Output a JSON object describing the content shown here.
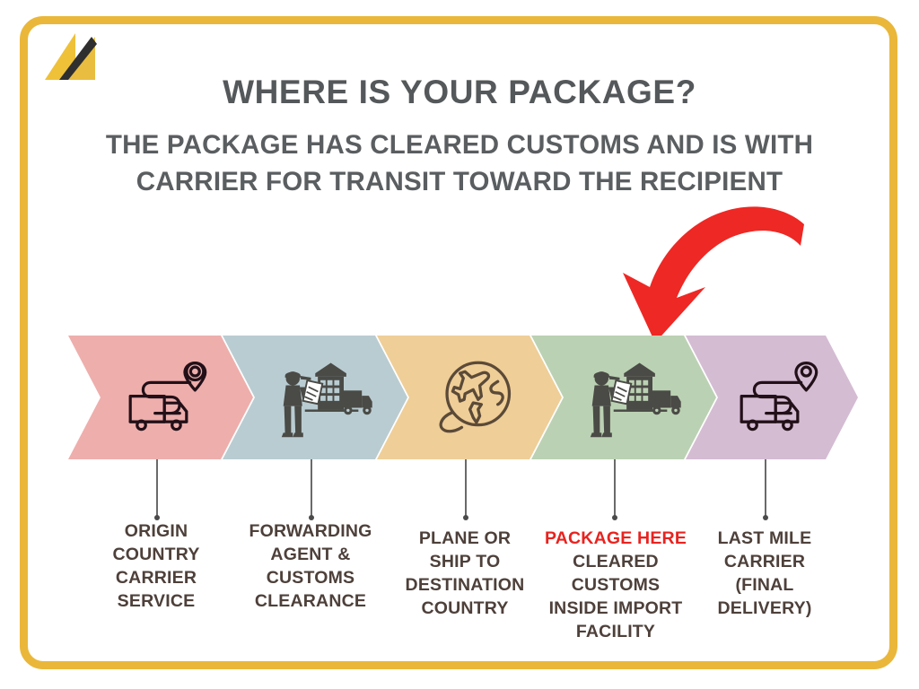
{
  "brand": {
    "logo_icon": "double-triangle-logo",
    "logo_color_primary": "#efc139",
    "logo_color_secondary": "#2f2f2f",
    "frame_color": "#eab73a"
  },
  "header": {
    "title": "WHERE IS YOUR PACKAGE?",
    "subtitle_line1": "THE PACKAGE HAS CLEARED CUSTOMS AND IS WITH",
    "subtitle_line2": "CARRIER FOR TRANSIT TOWARD THE RECIPIENT",
    "title_color": "#55585a"
  },
  "annotation": {
    "arrow_icon": "curved-down-left-arrow",
    "arrow_color": "#ee2824",
    "points_to_step": 4
  },
  "process": {
    "highlight_text": "PACKAGE HERE",
    "highlight_color": "#e8231f",
    "label_color": "#4e403a",
    "steps": [
      {
        "index": 1,
        "icon": "truck-route-pin-icon",
        "fill": "#eeaeac",
        "label_lines": [
          "ORIGIN",
          "COUNTRY",
          "CARRIER",
          "SERVICE"
        ],
        "highlighted": false
      },
      {
        "index": 2,
        "icon": "warehouse-worker-truck-icon",
        "fill": "#b9ccd1",
        "label_lines": [
          "FORWARDING",
          "AGENT &",
          "CUSTOMS",
          "CLEARANCE"
        ],
        "highlighted": false
      },
      {
        "index": 3,
        "icon": "globe-airplane-icon",
        "fill": "#efce97",
        "label_lines": [
          "PLANE OR",
          "SHIP TO",
          "DESTINATION",
          "COUNTRY"
        ],
        "highlighted": false
      },
      {
        "index": 4,
        "icon": "warehouse-worker-truck-icon",
        "fill": "#bbd1b3",
        "label_lines": [
          "CLEARED",
          "CUSTOMS",
          "INSIDE IMPORT",
          "FACILITY"
        ],
        "highlighted": true
      },
      {
        "index": 5,
        "icon": "truck-route-pin-icon",
        "fill": "#d4bcd3",
        "label_lines": [
          "LAST MILE",
          "CARRIER",
          "(FINAL",
          "DELIVERY)"
        ],
        "highlighted": false
      }
    ]
  }
}
